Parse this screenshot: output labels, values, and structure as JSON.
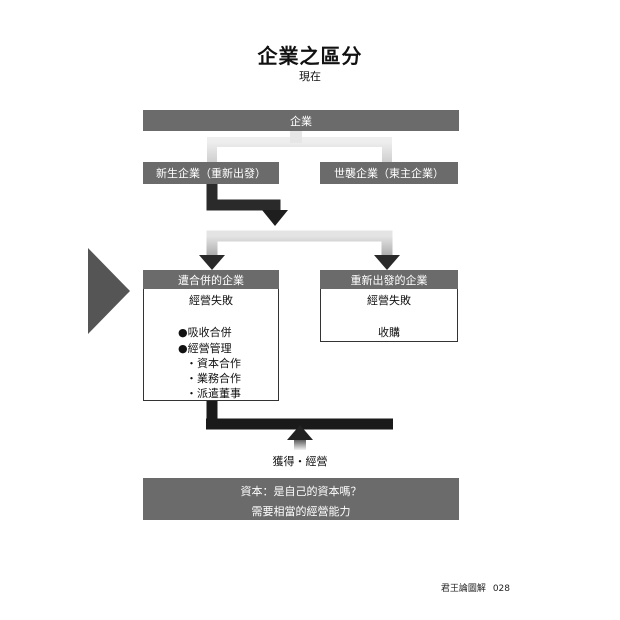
{
  "title": "企業之區分",
  "subtitle": "現在",
  "top_bar": "企業",
  "branch_left": "新生企業（重新出發）",
  "branch_right": "世襲企業（東主企業）",
  "left_box": {
    "header": "遭合併的企業",
    "line1": "經營失敗",
    "items": [
      "●吸收合併",
      "●經營管理",
      "・資本合作",
      "・業務合作",
      "・派遣董事"
    ]
  },
  "right_box": {
    "header": "重新出發的企業",
    "line1": "經營失敗",
    "line2": "收購"
  },
  "gain_label": "獲得・經營",
  "bottom_bar": {
    "line1": "資本：是自己的資本嗎？",
    "line2": "需要相當的經營能力"
  },
  "footer": {
    "book": "君王論圖解",
    "page": "028"
  },
  "colors": {
    "bar": "#6b6b6b",
    "arrow_dark": "#222222",
    "connector_light": "#d6d6d6"
  }
}
